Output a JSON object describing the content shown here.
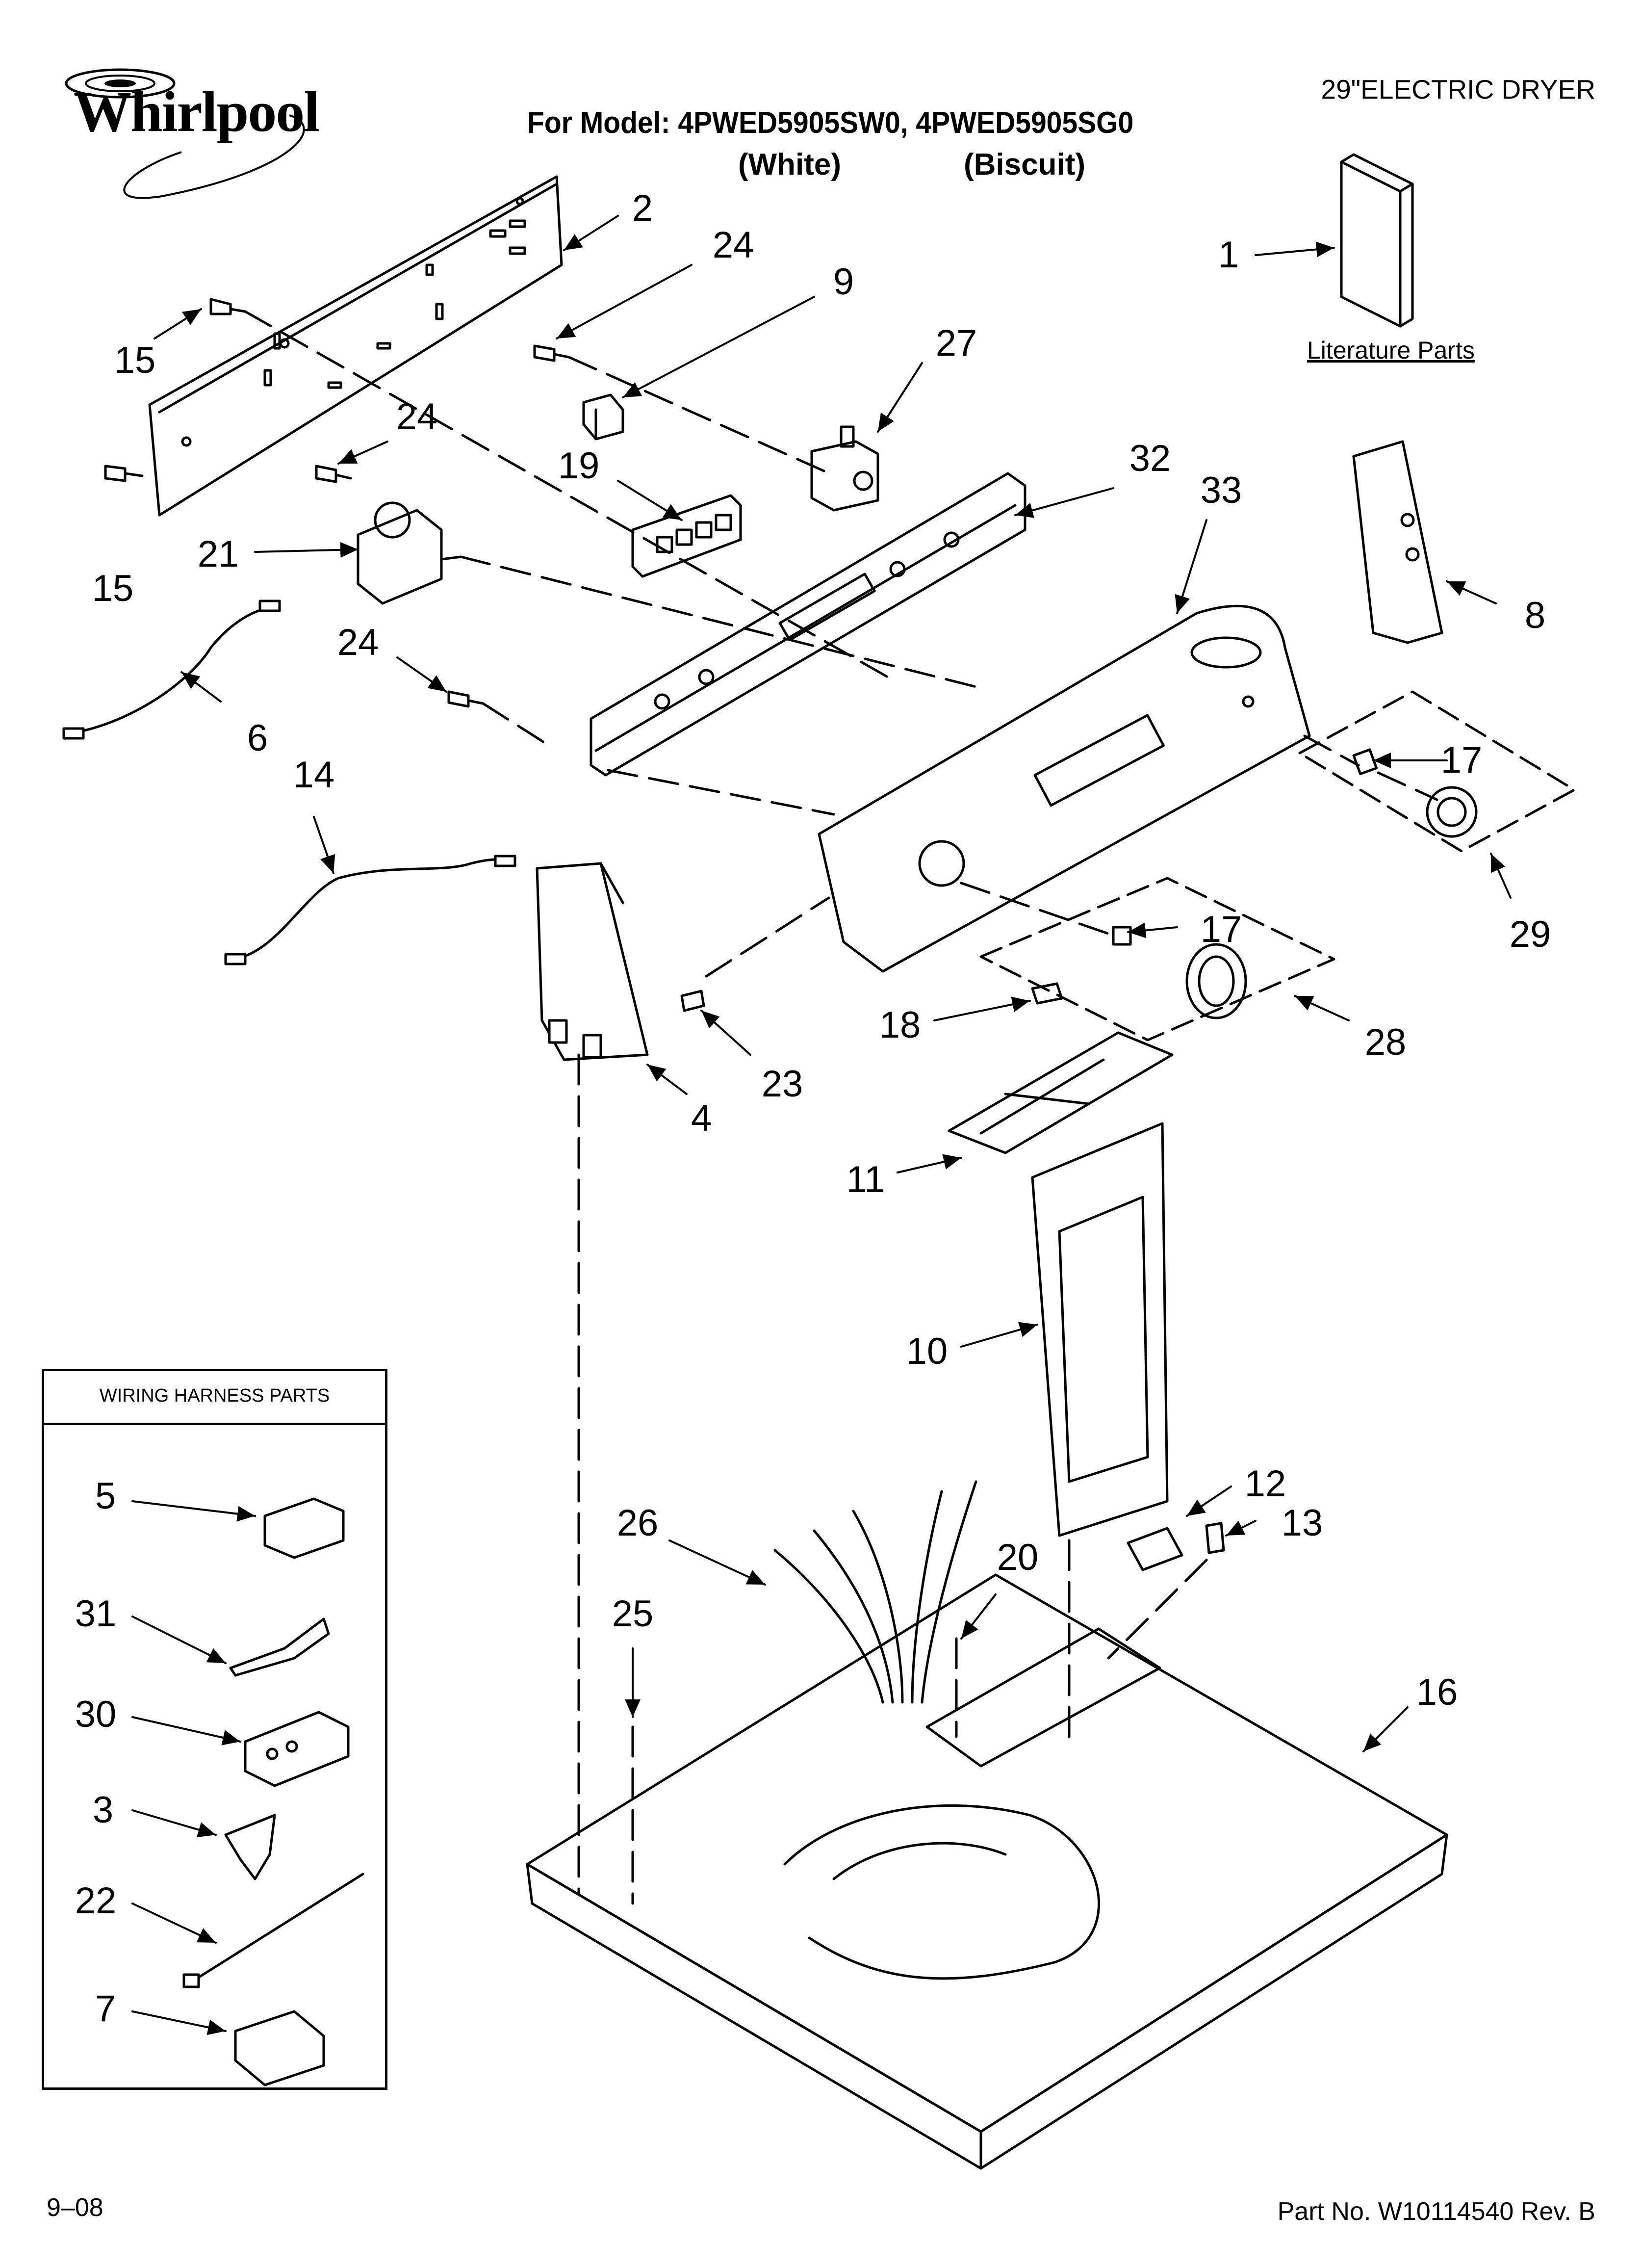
{
  "brand": "Whirlpool",
  "header": {
    "model_line": "For Model: 4PWED5905SW0, 4PWED5905SG0",
    "variant_1": "(White)",
    "variant_2": "(Biscuit)",
    "product": "29\"ELECTRIC DRYER"
  },
  "literature_label": "Literature Parts",
  "harness_box_title": "WIRING HARNESS PARTS",
  "footer": {
    "date": "9–08",
    "part_number": "Part No. W10114540 Rev. B"
  },
  "callouts": [
    "1",
    "2",
    "24",
    "9",
    "27",
    "15",
    "24",
    "19",
    "32",
    "33",
    "21",
    "15",
    "8",
    "24",
    "6",
    "17",
    "14",
    "29",
    "17",
    "18",
    "28",
    "23",
    "4",
    "11",
    "10",
    "12",
    "13",
    "26",
    "20",
    "25",
    "16",
    "5",
    "31",
    "30",
    "3",
    "22",
    "7"
  ]
}
